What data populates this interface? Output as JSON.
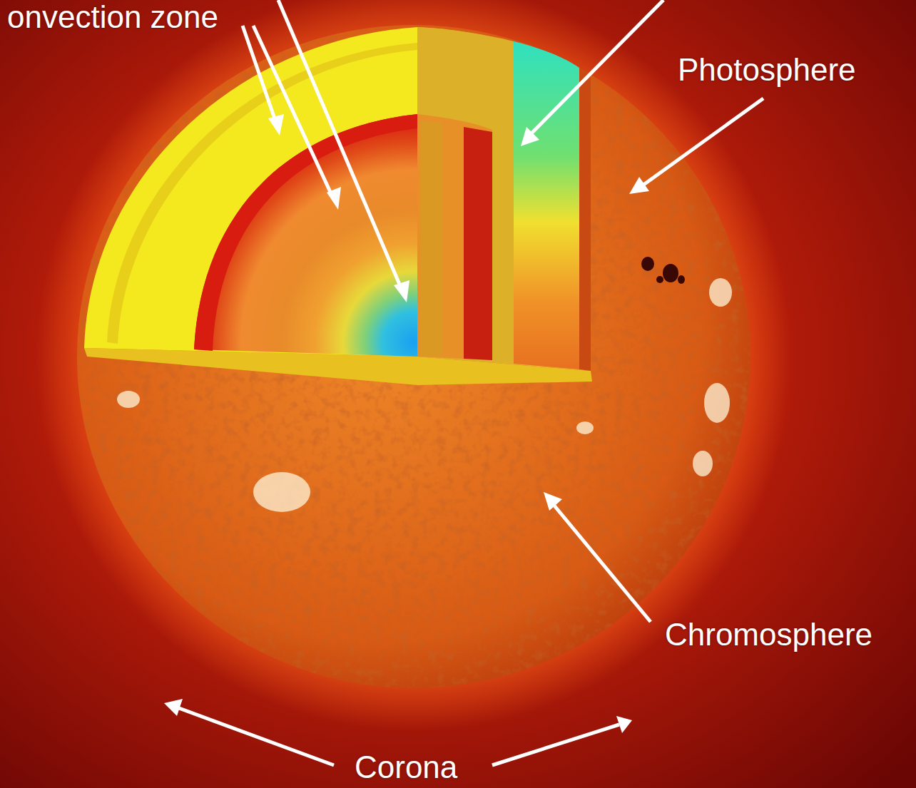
{
  "diagram": {
    "labels": [
      "onvection zone",
      "Photosphere",
      "Chromosphere",
      "Corona"
    ]
  }
}
